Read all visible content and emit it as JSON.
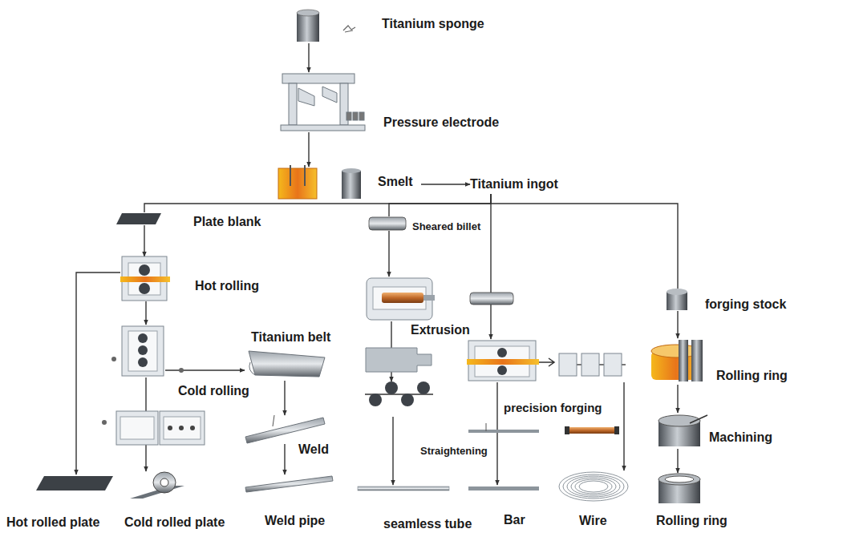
{
  "diagram": {
    "nodes": [
      {
        "text": [
          "Titanium sponge"
        ]
      },
      {
        "text": [
          "Pressure electrode"
        ]
      },
      {
        "text": [
          "Smelt"
        ]
      },
      {
        "text": [
          "Titanium ingot"
        ]
      },
      {
        "text": [
          "Plate blank"
        ]
      },
      {
        "text": [
          "Sheared billet"
        ]
      },
      {
        "text": [
          "Hot rolling"
        ]
      },
      {
        "text": [
          "Extrusion"
        ]
      },
      {
        "text": [
          "Titanium belt"
        ]
      },
      {
        "text": [
          "Cold rolling"
        ]
      },
      {
        "text": [
          "precision forging"
        ]
      },
      {
        "text": [
          "Weld"
        ]
      },
      {
        "text": [
          "Straightening"
        ]
      },
      {
        "text": [
          "Hot rolled plate"
        ]
      },
      {
        "text": [
          "Cold rolled plate"
        ]
      },
      {
        "text": [
          "Weld pipe"
        ]
      },
      {
        "text": [
          "seamless tube"
        ]
      },
      {
        "text": [
          "Bar"
        ]
      },
      {
        "text": [
          "Wire"
        ]
      },
      {
        "text": [
          "forging stock"
        ]
      },
      {
        "text": [
          "Rolling ring"
        ]
      },
      {
        "text": [
          "Machining"
        ]
      },
      {
        "text": [
          "Rolling ring"
        ]
      }
    ],
    "edges": [
      {
        "from": 0,
        "to": 1,
        "arrow": "to"
      },
      {
        "from": 1,
        "to": 2,
        "arrow": "to"
      },
      {
        "from": 2,
        "to": 3,
        "arrow": "to"
      },
      {
        "from": 3,
        "to": 4,
        "arrow": "none"
      },
      {
        "from": 3,
        "to": 5,
        "arrow": "none"
      },
      {
        "from": 3,
        "to": 10,
        "arrow": "to"
      },
      {
        "from": 3,
        "to": 19,
        "arrow": "none"
      },
      {
        "from": 4,
        "to": 6,
        "arrow": "to"
      },
      {
        "from": 6,
        "to": 9,
        "arrow": "to"
      },
      {
        "from": 6,
        "to": 13,
        "arrow": "to"
      },
      {
        "from": 9,
        "to": 14,
        "arrow": "to"
      },
      {
        "from": 9,
        "to": 8,
        "arrow": "to"
      },
      {
        "from": 8,
        "to": 11,
        "arrow": "to"
      },
      {
        "from": 11,
        "to": 15,
        "arrow": "to"
      },
      {
        "from": 5,
        "to": 7,
        "arrow": "to"
      },
      {
        "from": 7,
        "to": 12,
        "arrow": "to"
      },
      {
        "from": 12,
        "to": 16,
        "arrow": "to"
      },
      {
        "from": 10,
        "to": 17,
        "arrow": "to"
      },
      {
        "from": 10,
        "to": 18,
        "arrow": "to"
      },
      {
        "from": 19,
        "to": 20,
        "arrow": "to"
      },
      {
        "from": 20,
        "to": 21,
        "arrow": "to"
      },
      {
        "from": 21,
        "to": 22,
        "arrow": "to"
      }
    ]
  }
}
